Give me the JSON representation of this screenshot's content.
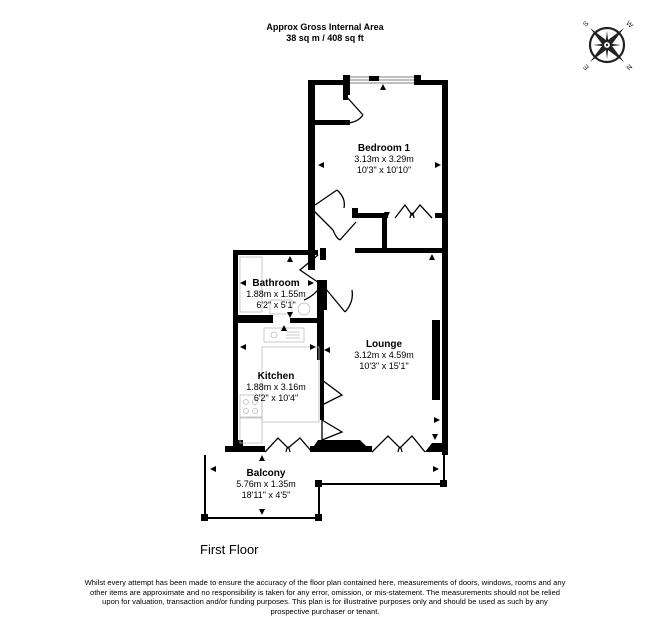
{
  "header": {
    "title": "Approx Gross Internal Area",
    "area": "38 sq m / 408 sq ft"
  },
  "compass": {
    "icon": "compass-rose-icon",
    "letters": [
      "W",
      "N",
      "E",
      "S"
    ]
  },
  "rooms": {
    "bedroom": {
      "name": "Bedroom 1",
      "metric": "3.13m x 3.29m",
      "imperial": "10'3\" x 10'10\""
    },
    "bathroom": {
      "name": "Bathroom",
      "metric": "1.88m x 1.55m",
      "imperial": "6'2\" x 5'1\""
    },
    "kitchen": {
      "name": "Kitchen",
      "metric": "1.88m x 3.16m",
      "imperial": "6'2\" x 10'4\""
    },
    "lounge": {
      "name": "Lounge",
      "metric": "3.12m x 4.59m",
      "imperial": "10'3\" x 15'1\""
    },
    "balcony": {
      "name": "Balcony",
      "metric": "5.76m x 1.35m",
      "imperial": "18'11\" x 4'5\""
    }
  },
  "floor": {
    "label": "First Floor"
  },
  "disclaimer": "Whilst every attempt has been made to ensure the accuracy of the floor plan contained here, measurements of doors, windows, rooms and any other items are approximate and no responsibility is taken for any error, omission, or mis-statement. The measurements should not be relied upon for valuation, transaction and/or funding purposes. This plan is for illustrative purposes only and should be used as such by any prospective purchaser or tenant.",
  "colors": {
    "wall": "#000000",
    "fixture": "#bbbbbb",
    "background": "#ffffff"
  }
}
